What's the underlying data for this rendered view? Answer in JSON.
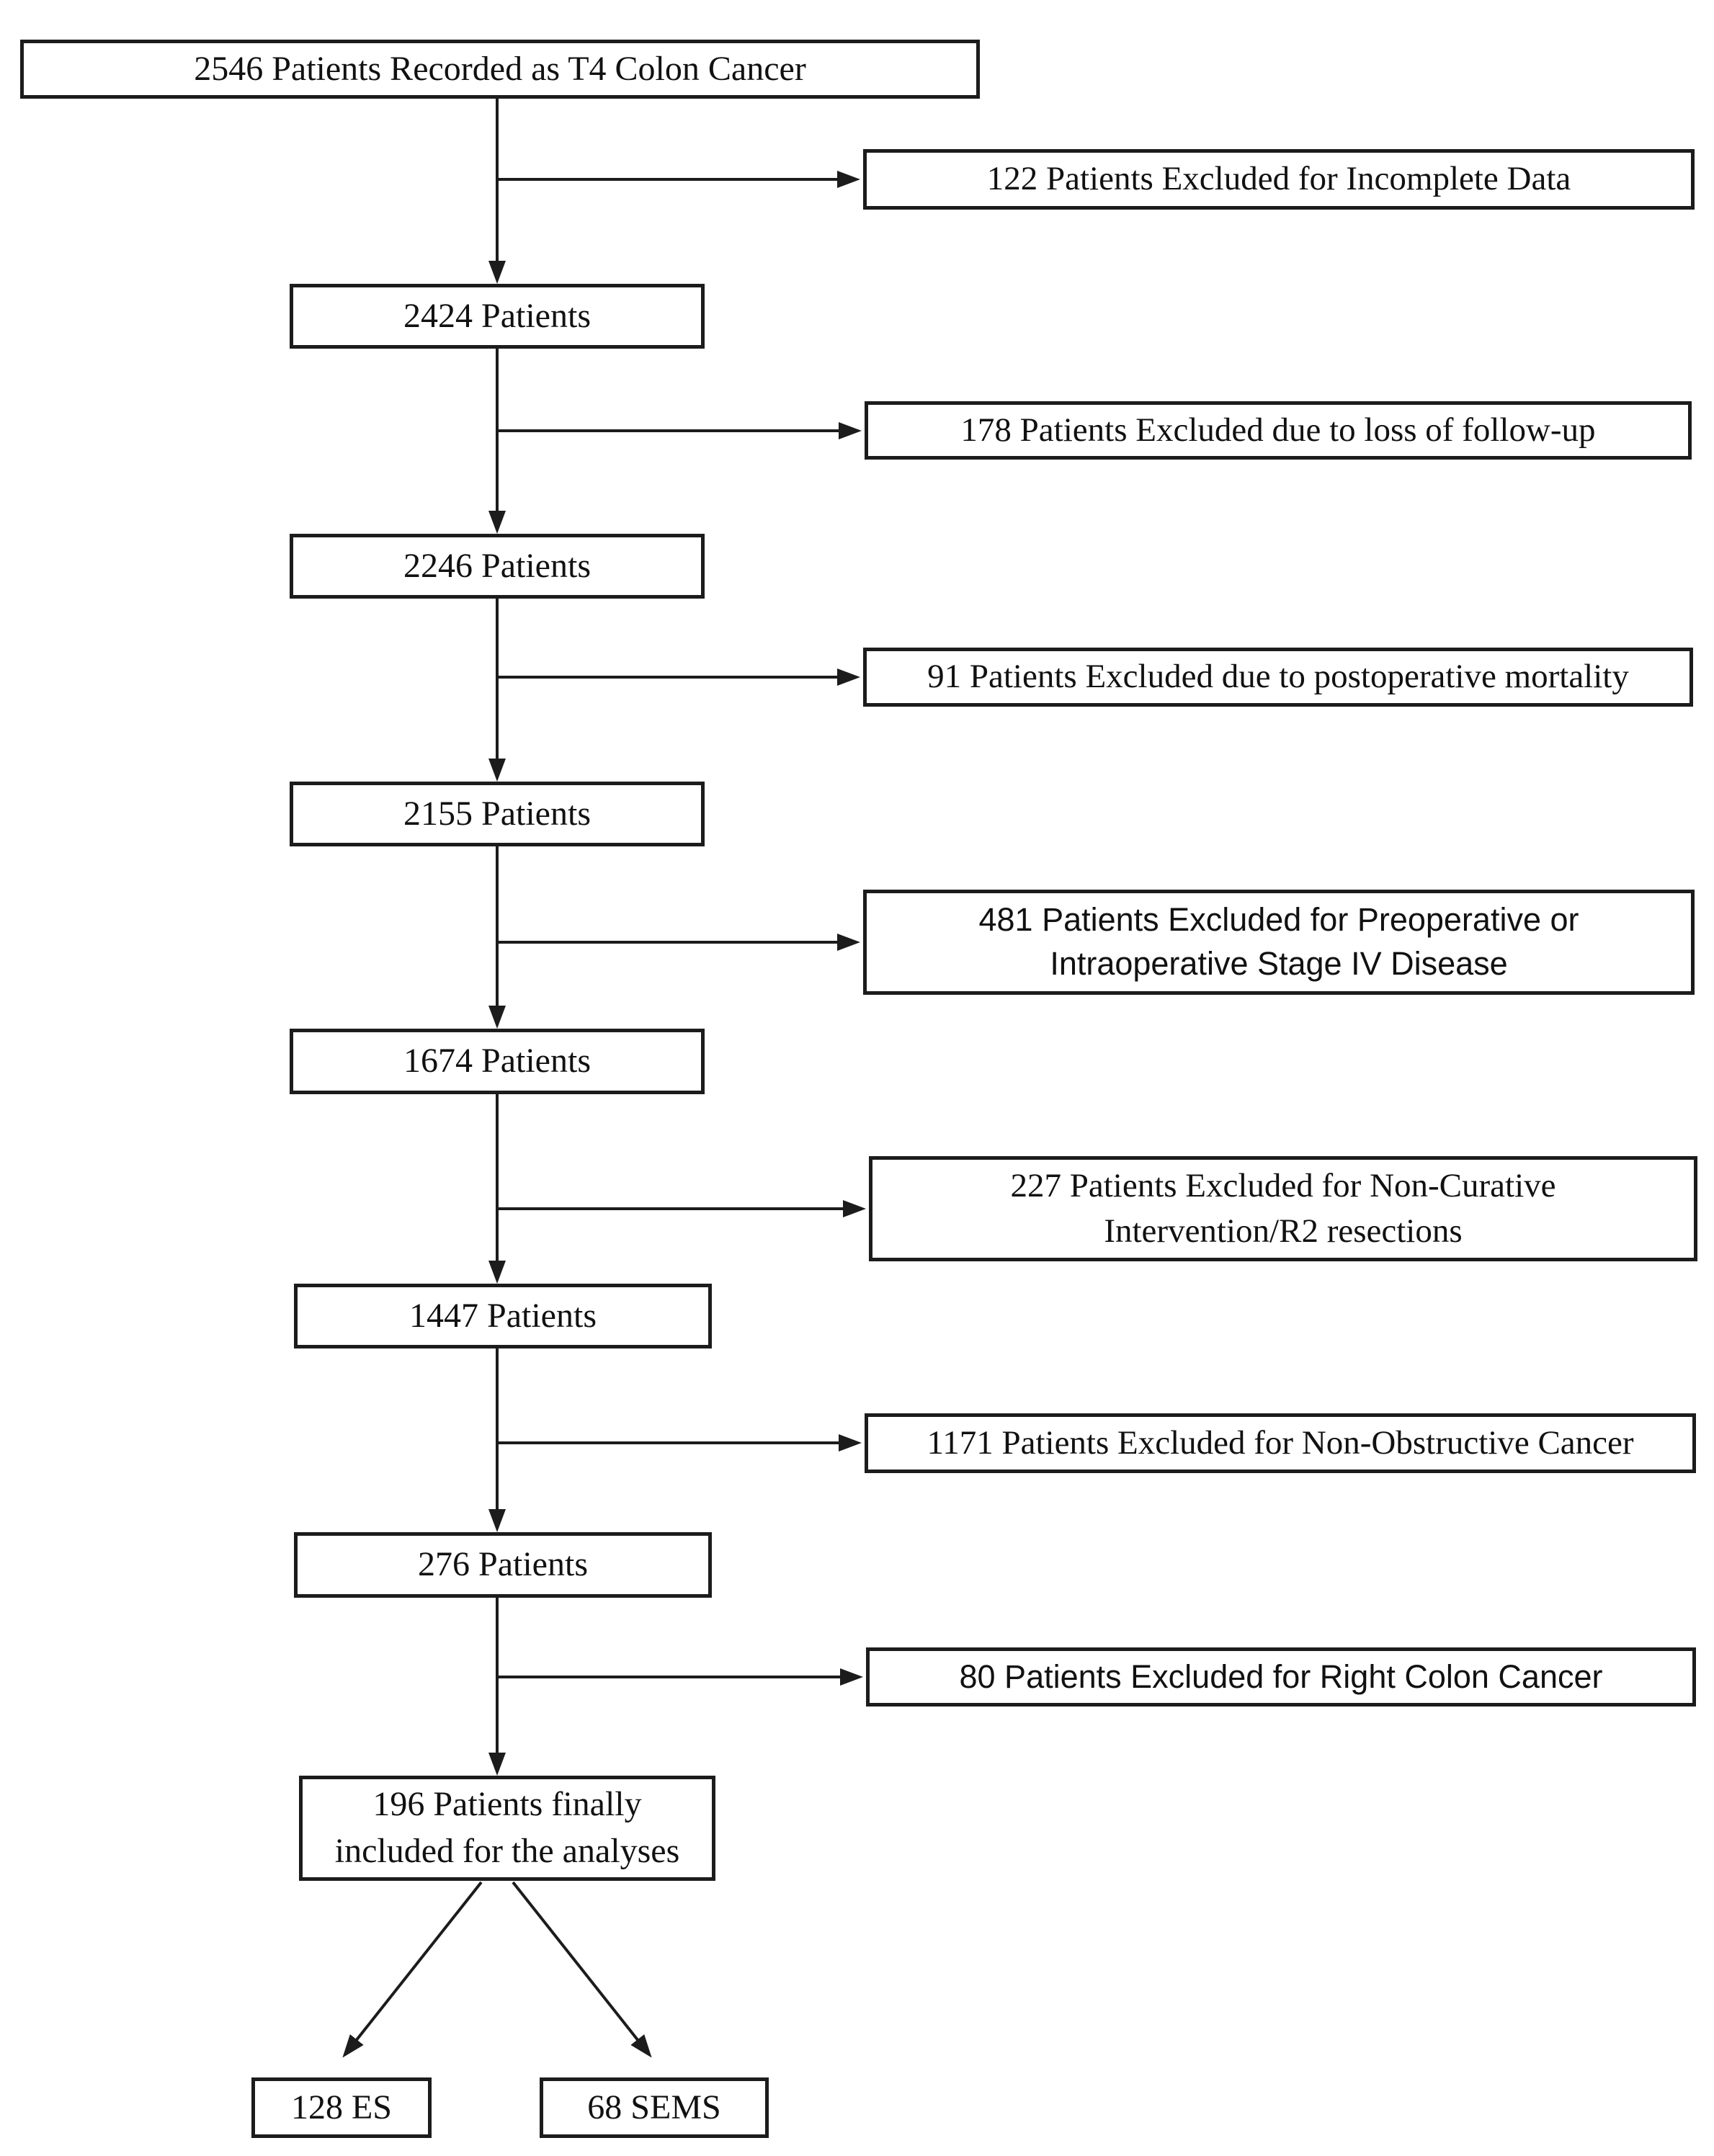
{
  "flow": {
    "main": [
      {
        "label": "2546 Patients Recorded as T4 Colon Cancer"
      },
      {
        "label": "2424 Patients"
      },
      {
        "label": "2246 Patients"
      },
      {
        "label": "2155 Patients"
      },
      {
        "label": "1674 Patients"
      },
      {
        "label": "1447 Patients"
      },
      {
        "label": "276 Patients"
      },
      {
        "label": "196 Patients finally included for the analyses"
      }
    ],
    "exclusions": [
      {
        "label": "122 Patients Excluded for Incomplete Data"
      },
      {
        "label": "178 Patients Excluded due to loss of follow-up"
      },
      {
        "label": "91 Patients Excluded due to postoperative mortality"
      },
      {
        "label": "481 Patients Excluded for Preoperative or Intraoperative Stage IV Disease"
      },
      {
        "label": "227 Patients Excluded for Non-Curative Intervention/R2 resections"
      },
      {
        "label": "1171 Patients Excluded for Non-Obstructive Cancer"
      },
      {
        "label": "80 Patients Excluded for Right Colon Cancer"
      }
    ],
    "final_groups": [
      {
        "label": "128 ES"
      },
      {
        "label": "68 SEMS"
      }
    ]
  },
  "colors": {
    "line": "#1c1c1c",
    "box_border": "#1c1c1c",
    "text": "#111111",
    "background": "#ffffff"
  }
}
